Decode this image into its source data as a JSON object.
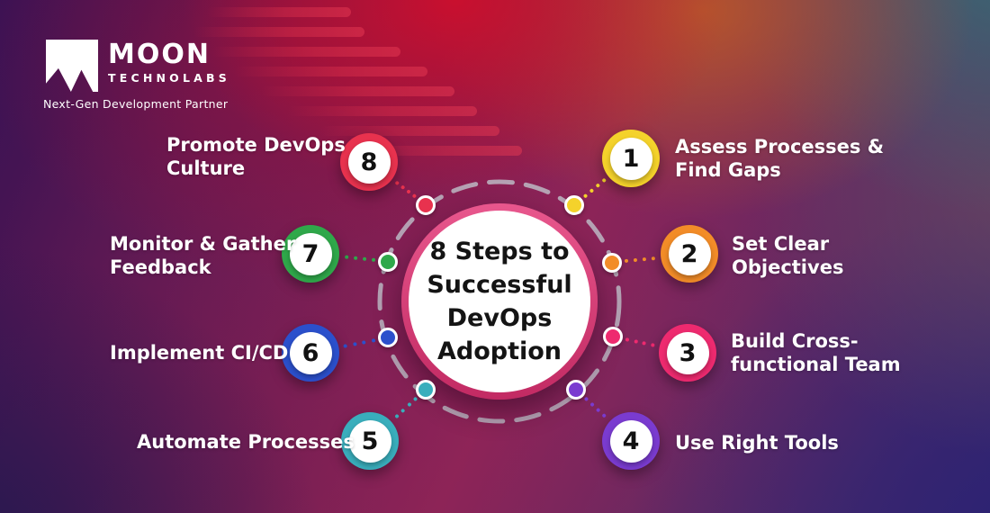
{
  "brand": {
    "name": "MOON",
    "sub": "TECHNOLABS",
    "tagline": "Next-Gen Development Partner",
    "logo_icon": "mountain-m-logo",
    "logo_color": "#ffffff"
  },
  "center": {
    "title": "8 Steps to\nSuccessful\nDevOps\nAdoption",
    "ring_color": "#d6336c",
    "circle_color": "#ffffff",
    "dashed_ring_color": "#b9b9c2"
  },
  "steps": [
    {
      "number": "1",
      "label": "Assess Processes &\nFind Gaps",
      "color": "#f4d22b",
      "side": "right"
    },
    {
      "number": "2",
      "label": "Set Clear\nObjectives",
      "color": "#f28c28",
      "side": "right"
    },
    {
      "number": "3",
      "label": "Build Cross-\nfunctional Team",
      "color": "#ee2a6f",
      "side": "right"
    },
    {
      "number": "4",
      "label": "Use Right Tools",
      "color": "#7a3bd0",
      "side": "right"
    },
    {
      "number": "5",
      "label": "Automate Processes",
      "color": "#39aebc",
      "side": "left"
    },
    {
      "number": "6",
      "label": "Implement CI/CD",
      "color": "#2b50cc",
      "side": "left"
    },
    {
      "number": "7",
      "label": "Monitor & Gather\nFeedback",
      "color": "#2fa84a",
      "side": "left"
    },
    {
      "number": "8",
      "label": "Promote DevOps\nCulture",
      "color": "#e8324e",
      "side": "left"
    }
  ]
}
